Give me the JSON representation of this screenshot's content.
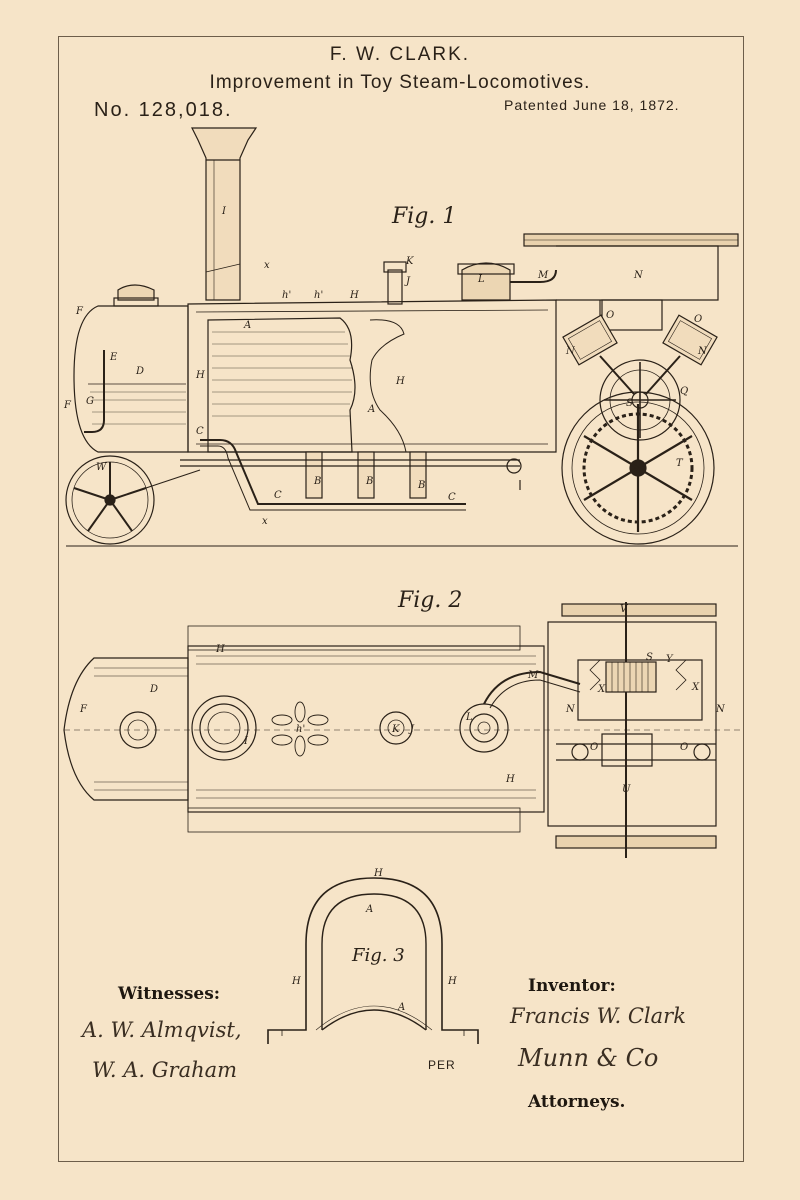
{
  "header": {
    "name": "F. W. CLARK.",
    "title": "Improvement in Toy Steam-Locomotives.",
    "patent_number": "No. 128,018.",
    "date": "Patented June 18, 1872."
  },
  "figures": {
    "fig1": "Fig. 1",
    "fig2": "Fig. 2",
    "fig3": "Fig. 3"
  },
  "witnesses": {
    "label": "Witnesses:",
    "names": [
      "A. W. Almqvist,",
      "W. A. Graham"
    ]
  },
  "inventor": {
    "label": "Inventor:",
    "name": "Francis W. Clark",
    "per": "PER",
    "attorney_signature": "Munn & Co",
    "attorneys_label": "Attorneys."
  },
  "colors": {
    "paper": "#f6e4c8",
    "ink": "#2a2118"
  }
}
